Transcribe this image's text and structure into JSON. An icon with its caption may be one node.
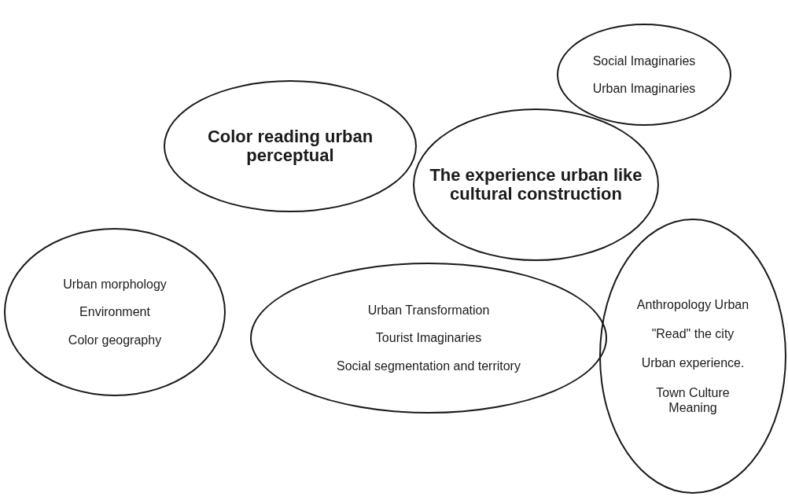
{
  "diagram": {
    "nodes": [
      {
        "text": [
          "Social Imaginaries",
          "Urban Imaginaries"
        ]
      },
      {
        "text": [
          "Color reading urban perceptual"
        ]
      },
      {
        "text": [
          "The experience urban like cultural construction"
        ]
      },
      {
        "text": [
          "Urban morphology",
          "Environment",
          "Color geography"
        ]
      },
      {
        "text": [
          "Urban Transformation",
          "Tourist Imaginaries",
          "Social segmentation and territory"
        ]
      },
      {
        "text": [
          "Anthropology Urban",
          "\"Read\" the city",
          "Urban experience.",
          "Town Culture Meaning"
        ]
      }
    ]
  }
}
